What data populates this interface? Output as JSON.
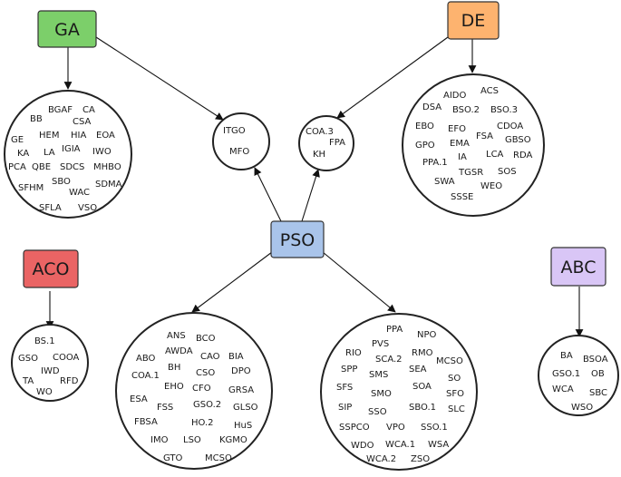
{
  "boxes": {
    "ga": {
      "label": "GA",
      "color": "#7ccf6a"
    },
    "de": {
      "label": "DE",
      "color": "#fdb36f"
    },
    "pso": {
      "label": "PSO",
      "color": "#a9c4ea"
    },
    "aco": {
      "label": "ACO",
      "color": "#ea6464"
    },
    "abc": {
      "label": "ABC",
      "color": "#d9c6f6"
    }
  },
  "clusters": {
    "ga": [
      "BGAF",
      "CA",
      "BB",
      "CSA",
      "GE",
      "HEM",
      "HIA",
      "EOA",
      "KA",
      "LA",
      "IGIA",
      "IWO",
      "PCA",
      "QBE",
      "SDCS",
      "MHBO",
      "SFHM",
      "SBO",
      "WAC",
      "SDMA",
      "SFLA",
      "VSO"
    ],
    "ga_pso": [
      "ITGO",
      "MFO"
    ],
    "de_pso": [
      "COA.3",
      "FPA",
      "KH"
    ],
    "de": [
      "AIDO",
      "ACS",
      "DSA",
      "BSO.2",
      "BSO.3",
      "EBO",
      "EFO",
      "CDOA",
      "FSA",
      "GPO",
      "EMA",
      "GBSO",
      "IA",
      "LCA",
      "RDA",
      "PPA.1",
      "TGSR",
      "SOS",
      "SWA",
      "WEO",
      "SSSE"
    ],
    "aco": [
      "BS.1",
      "GSO",
      "COOA",
      "IWD",
      "TA",
      "RFD",
      "WO"
    ],
    "pso_left": [
      "ANS",
      "BCO",
      "ABO",
      "AWDA",
      "BIA",
      "CAO",
      "BH",
      "COA.1",
      "CSO",
      "DPO",
      "EHO",
      "CFO",
      "GRSA",
      "ESA",
      "FSS",
      "GSO.2",
      "GLSO",
      "FBSA",
      "HO.2",
      "HuS",
      "IMO",
      "LSO",
      "KGMO",
      "GTO",
      "MCSO"
    ],
    "pso_right": [
      "PPA",
      "NPO",
      "PVS",
      "RIO",
      "RMO",
      "SCA.2",
      "MCSO",
      "SPP",
      "SEA",
      "SMS",
      "SO",
      "SFS",
      "SOA",
      "SMO",
      "SFO",
      "SIP",
      "SSO",
      "SBO.1",
      "SLC",
      "SSPCO",
      "VPO",
      "SSO.1",
      "WDO",
      "WCA.1",
      "WSA",
      "WCA.2",
      "ZSO"
    ],
    "abc": [
      "BA",
      "BSOA",
      "GSO.1",
      "OB",
      "WCA",
      "SBC",
      "WSO"
    ]
  }
}
